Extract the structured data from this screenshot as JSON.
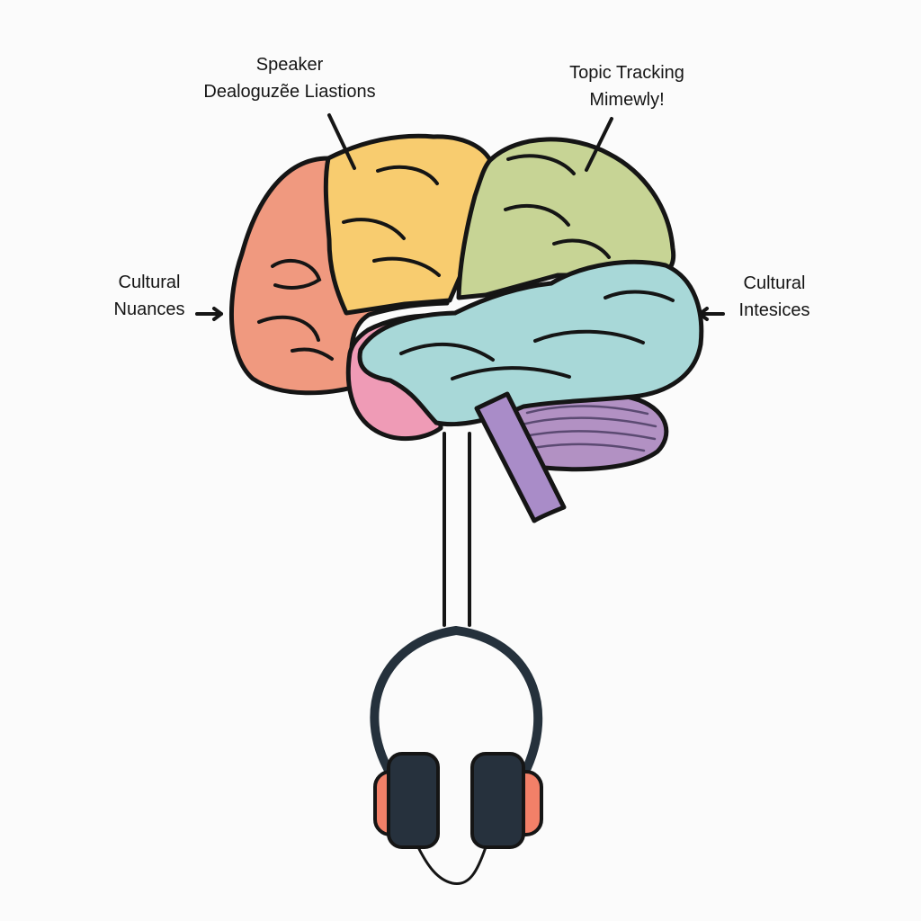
{
  "diagram": {
    "labels": {
      "speaker": {
        "line1": "Speaker",
        "line2": "Dealoguzẽe Liastions"
      },
      "topic": {
        "line1": "Topic Tracking",
        "line2": "Mimewly!"
      },
      "cultural_left": {
        "line1": "Cultural",
        "line2": "Nuances"
      },
      "cultural_right": {
        "line1": "Cultural",
        "line2": "Intesices"
      }
    },
    "colors": {
      "outline": "#151515",
      "frontal_lobe": "#f0997f",
      "parietal_yellow": "#f8cc6f",
      "occipital_green": "#c7d495",
      "temporal_blue": "#a8d8d8",
      "limbic_pink": "#ef9bb6",
      "cerebellum_purple": "#b291c3",
      "brainstem_purple": "#a98cc8",
      "headphone_band": "#25313c",
      "headphone_cushion": "#f28068",
      "background": "#fbfbfb"
    }
  }
}
